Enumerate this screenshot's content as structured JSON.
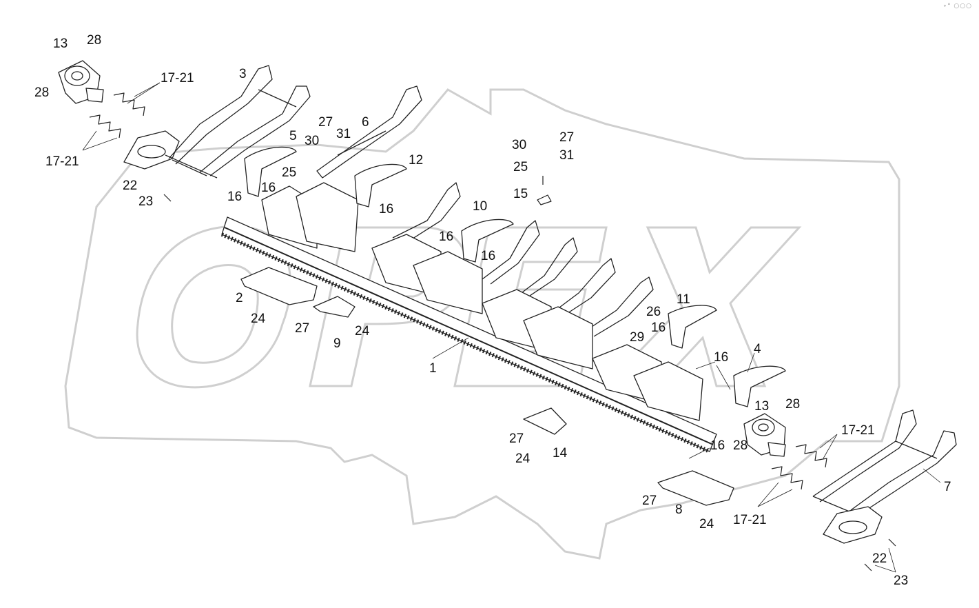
{
  "corner_mark": "∘° ○○○",
  "watermark": "OPEX",
  "labels": {
    "l1": "1",
    "l2": "2",
    "l3": "3",
    "l4": "4",
    "l5": "5",
    "l6": "6",
    "l7": "7",
    "l8": "8",
    "l9": "9",
    "l10": "10",
    "l11": "11",
    "l12": "12",
    "l13a": "13",
    "l13b": "13",
    "l14": "14",
    "l15": "15",
    "l16a": "16",
    "l16b": "16",
    "l16c": "16",
    "l16d": "16",
    "l16e": "16",
    "l16f": "16",
    "l16g": "16",
    "l16h": "16",
    "l1721a": "17-21",
    "l1721b": "17-21",
    "l1721c": "17-21",
    "l1721d": "17-21",
    "l22a": "22",
    "l22b": "22",
    "l23a": "23",
    "l23b": "23",
    "l24a": "24",
    "l24b": "24",
    "l24c": "24",
    "l24d": "24",
    "l25a": "25",
    "l25b": "25",
    "l26": "26",
    "l27a": "27",
    "l27b": "27",
    "l27c": "27",
    "l27d": "27",
    "l27e": "27",
    "l28a": "28",
    "l28b": "28",
    "l28c": "28",
    "l28d": "28",
    "l29": "29",
    "l30a": "30",
    "l30b": "30",
    "l31a": "31",
    "l31b": "31"
  },
  "colors": {
    "line": "#222222",
    "watermark": "#cfcfcf",
    "background": "#ffffff"
  }
}
